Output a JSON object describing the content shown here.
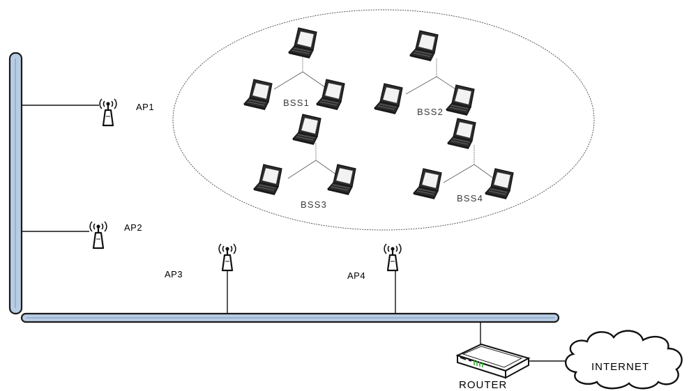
{
  "access_points": [
    {
      "id": "ap1",
      "label": "AP1"
    },
    {
      "id": "ap2",
      "label": "AP2"
    },
    {
      "id": "ap3",
      "label": "AP3"
    },
    {
      "id": "ap4",
      "label": "AP4"
    }
  ],
  "bss_groups": [
    {
      "id": "bss1",
      "label": "BSS1"
    },
    {
      "id": "bss2",
      "label": "BSS2"
    },
    {
      "id": "bss3",
      "label": "BSS3"
    },
    {
      "id": "bss4",
      "label": "BSS4"
    }
  ],
  "router": {
    "label": "ROUTER"
  },
  "internet": {
    "label": "INTERNET"
  },
  "colors": {
    "bus_fill": "#b8cce4",
    "bus_stroke": "#1a1a1a",
    "laptop_fill": "#2b2b2b",
    "laptop_screen": "#f2f2f2",
    "router_led": "#2db32d"
  },
  "icons": {
    "access_point": "wireless-ap-icon",
    "laptop": "laptop-icon",
    "router": "router-icon",
    "cloud": "cloud-icon"
  }
}
